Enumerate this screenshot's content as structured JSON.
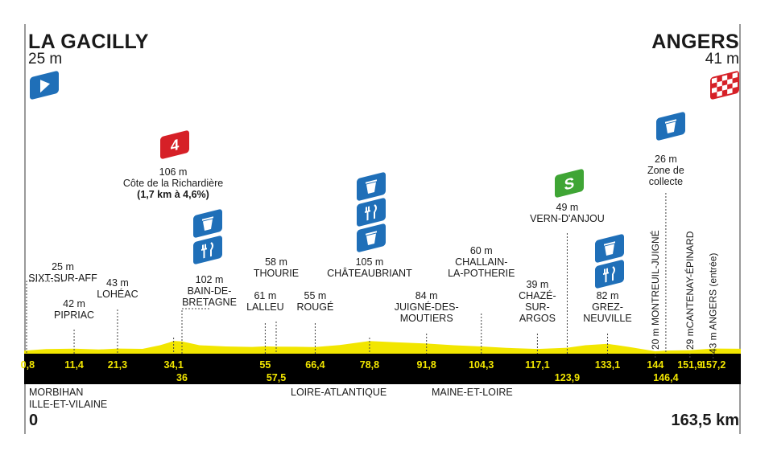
{
  "stage": {
    "start": {
      "name": "LA GACILLY",
      "altitude": "25 m"
    },
    "finish": {
      "name": "ANGERS",
      "altitude": "41 m"
    },
    "start_km": "0",
    "finish_km": "163,5 km",
    "regions": [
      {
        "lines": [
          "MORBIHAN",
          "ILLE-ET-VILAINE"
        ]
      },
      {
        "lines": [
          "LOIRE-ATLANTIQUE"
        ]
      },
      {
        "lines": [
          "MAINE-ET-LOIRE"
        ]
      }
    ]
  },
  "colors": {
    "profile": "#f2e600",
    "ground": "#000000",
    "km_text": "#f2e600",
    "start_flag": "#1f6fb8",
    "climb_badge": "#d62027",
    "sprint_badge": "#3fa535",
    "feed_badge": "#1f6fb8",
    "finish_flag": "#d62027"
  },
  "chart_data": {
    "type": "area",
    "title": "",
    "xlabel": "",
    "ylabel": "",
    "xlim": [
      0,
      163.5
    ],
    "x": [
      0,
      5,
      11.4,
      17,
      21.3,
      27,
      31,
      33,
      34.1,
      36,
      40,
      46,
      52,
      55,
      57.5,
      62,
      66.4,
      72,
      78.8,
      85,
      91.8,
      98,
      104.3,
      110,
      117.1,
      123.9,
      128,
      133.1,
      138,
      144,
      146.4,
      151.9,
      157.2,
      163.5
    ],
    "altitude_m": [
      25,
      38,
      42,
      35,
      43,
      40,
      70,
      92,
      106,
      102,
      70,
      60,
      56,
      61,
      58,
      57,
      55,
      72,
      105,
      94,
      84,
      70,
      60,
      48,
      39,
      49,
      70,
      82,
      56,
      20,
      26,
      29,
      43,
      41
    ],
    "km_markers_top": [
      "0,8",
      "11,4",
      "21,3",
      "34,1",
      "55",
      "66,4",
      "78,8",
      "91,8",
      "104,3",
      "117,1",
      "133,1",
      "144",
      "151,9",
      "157,2"
    ],
    "km_markers_bottom": [
      "36",
      "57,5",
      "123,9",
      "146,4"
    ],
    "places": [
      {
        "name": "SIXT-SUR-AFF",
        "alt": "25 m",
        "km": "0,8"
      },
      {
        "name": "PIPRIAC",
        "alt": "42 m",
        "km": "11,4"
      },
      {
        "name": "LOHÉAC",
        "alt": "43 m",
        "km": "21,3"
      },
      {
        "name": "Côte de la Richardière",
        "alt": "106 m",
        "km": "34,1",
        "detail": "(1,7 km à 4,6%)",
        "badge": "4"
      },
      {
        "name": "BAIN-DE-BRETAGNE",
        "name_lines": [
          "BAIN-DE-",
          "BRETAGNE"
        ],
        "alt": "102 m",
        "km": "36"
      },
      {
        "name": "LALLEU",
        "alt": "61 m",
        "km": "55"
      },
      {
        "name": "THOURIE",
        "alt": "58 m",
        "km": "57,5"
      },
      {
        "name": "ROUGÉ",
        "alt": "55 m",
        "km": "66,4"
      },
      {
        "name": "CHÂTEAUBRIANT",
        "alt": "105 m",
        "km": "78,8"
      },
      {
        "name": "JUIGNÉ-DES-MOUTIERS",
        "name_lines": [
          "JUIGNÉ-DES-",
          "MOUTIERS"
        ],
        "alt": "84 m",
        "km": "91,8"
      },
      {
        "name": "CHALLAIN-LA-POTHERIE",
        "name_lines": [
          "CHALLAIN-",
          "LA-POTHERIE"
        ],
        "alt": "60 m",
        "km": "104,3"
      },
      {
        "name": "CHAZÉ-SUR-ARGOS",
        "name_lines": [
          "CHAZÉ-",
          "SUR-",
          "ARGOS"
        ],
        "alt": "39 m",
        "km": "117,1"
      },
      {
        "name": "VERN-D'ANJOU",
        "alt": "49 m",
        "km": "123,9",
        "badge": "S"
      },
      {
        "name": "GREZ-NEUVILLE",
        "name_lines": [
          "GREZ-",
          "NEUVILLE"
        ],
        "alt": "82 m",
        "km": "133,1"
      },
      {
        "name": "20 m MONTREUIL-JUIGNÉ",
        "km": "144",
        "vertical": true
      },
      {
        "name": "Zone de collecte",
        "name_lines": [
          "Zone de",
          "collecte"
        ],
        "alt": "26 m",
        "km": "146,4"
      },
      {
        "name": "29 mCANTENAY-ÉPINARD",
        "km": "151,9",
        "vertical": true
      },
      {
        "name": "43 m ANGERS (entrée)",
        "km": "157,2",
        "vertical": true
      }
    ],
    "icons": [
      "start-flag-icon",
      "climb-cat4-icon",
      "feed-zone-icon",
      "food-icon",
      "sprint-icon",
      "finish-flag-icon"
    ]
  }
}
